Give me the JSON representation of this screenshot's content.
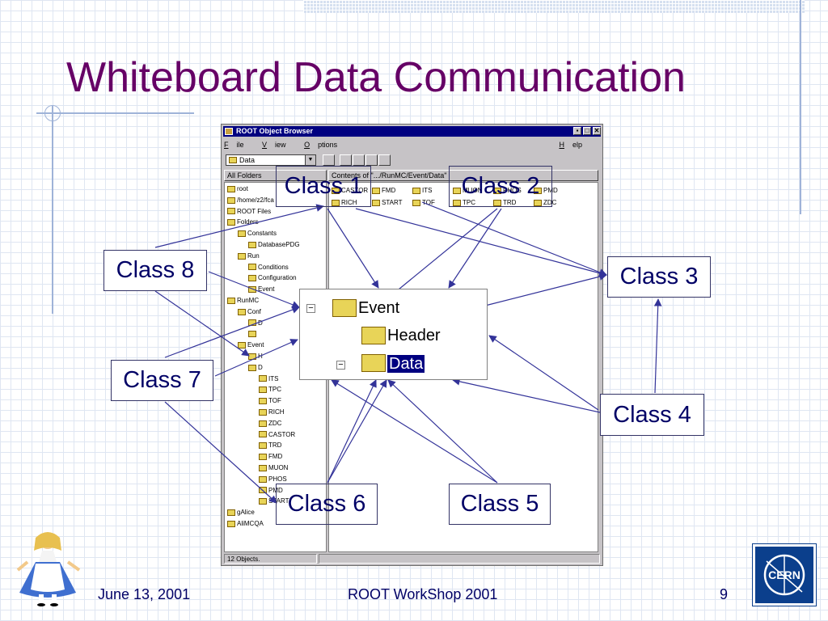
{
  "slide": {
    "title": "Whiteboard Data Communication",
    "footer": {
      "date": "June 13, 2001",
      "event": "ROOT WorkShop 2001",
      "page": "9"
    },
    "cern_logo_text": "CERN"
  },
  "window": {
    "title": "ROOT Object Browser",
    "controls": {
      "minimize": "▪",
      "maximize": "□",
      "close": "✕"
    },
    "menu": [
      {
        "underlined": "F",
        "rest": "ile"
      },
      {
        "underlined": "V",
        "rest": "iew"
      },
      {
        "underlined": "O",
        "rest": "ptions"
      }
    ],
    "help": {
      "underlined": "H",
      "rest": "elp"
    },
    "combo_value": "Data",
    "combo_arrow": "▼",
    "left_header": "All Folders",
    "right_header": "Contents of \".../RunMC/Event/Data\"",
    "status": "12 Objects.",
    "tree": [
      "root",
      "/home/z2/fca",
      "ROOT Files",
      "Folders",
      "Constants",
      "DatabasePDG",
      "Run",
      "Conditions",
      "Configuration",
      "Event",
      "RunMC",
      "Conf",
      "D",
      "",
      "Event",
      "H",
      "D",
      "ITS",
      "TPC",
      "TOF",
      "RICH",
      "ZDC",
      "CASTOR",
      "TRD",
      "FMD",
      "MUON",
      "PHOS",
      "PMD",
      "START",
      "gAlice",
      "AliMCQA"
    ],
    "contents": [
      "CASTOR",
      "FMD",
      "ITS",
      "MUON",
      "PHOS",
      "PMD",
      "RICH",
      "START",
      "TOF",
      "TPC",
      "TRD",
      "ZDC"
    ]
  },
  "zoom": {
    "event": "Event",
    "header": "Header",
    "data": "Data"
  },
  "classes": {
    "c1": "Class 1",
    "c2": "Class 2",
    "c3": "Class 3",
    "c4": "Class 4",
    "c5": "Class 5",
    "c6": "Class 6",
    "c7": "Class 7",
    "c8": "Class 8"
  },
  "colors": {
    "title": "#660066",
    "text": "#000066",
    "arrows": "#333399",
    "titlebar": "#000080"
  }
}
